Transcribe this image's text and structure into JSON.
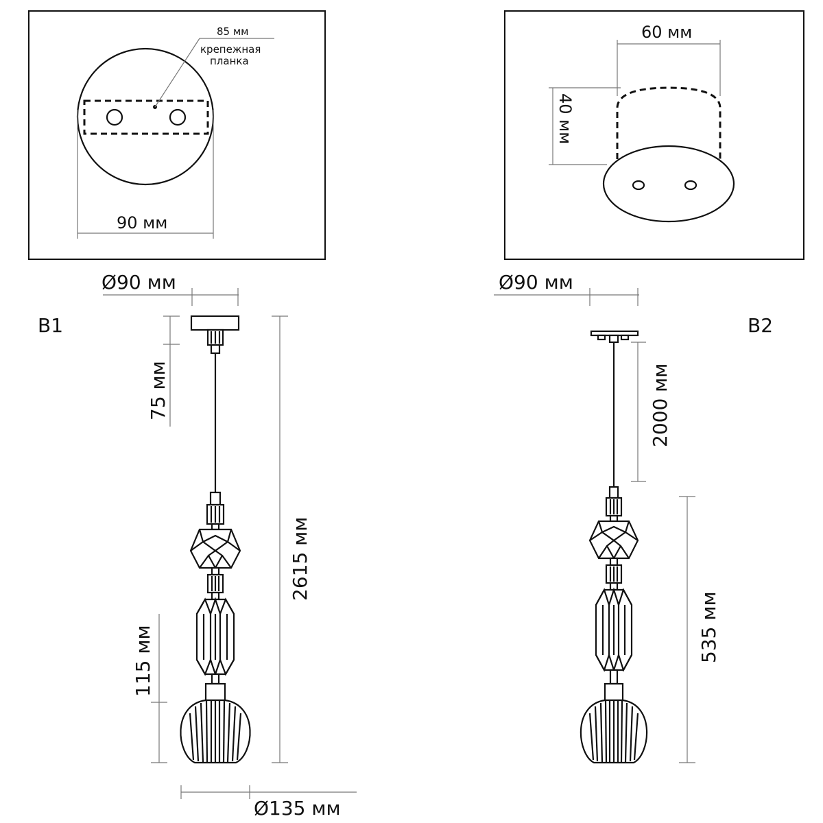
{
  "panel_left": {
    "bracket_dim": "85 мм",
    "bracket_label_line1": "крепежная",
    "bracket_label_line2": "планка",
    "canopy_dim": "90 мм"
  },
  "panel_right": {
    "canopy_width": "60 мм",
    "canopy_height": "40 мм"
  },
  "b1": {
    "label": "B1",
    "canopy_diameter": "Ø90 мм",
    "top_dim": "75 мм",
    "total_height": "2615 мм",
    "shade_dim": "115 мм",
    "ball_diameter": "Ø135 мм"
  },
  "b2": {
    "label": "B2",
    "canopy_diameter": "Ø90 мм",
    "cable_length": "2000 мм",
    "body_height": "535 мм"
  }
}
